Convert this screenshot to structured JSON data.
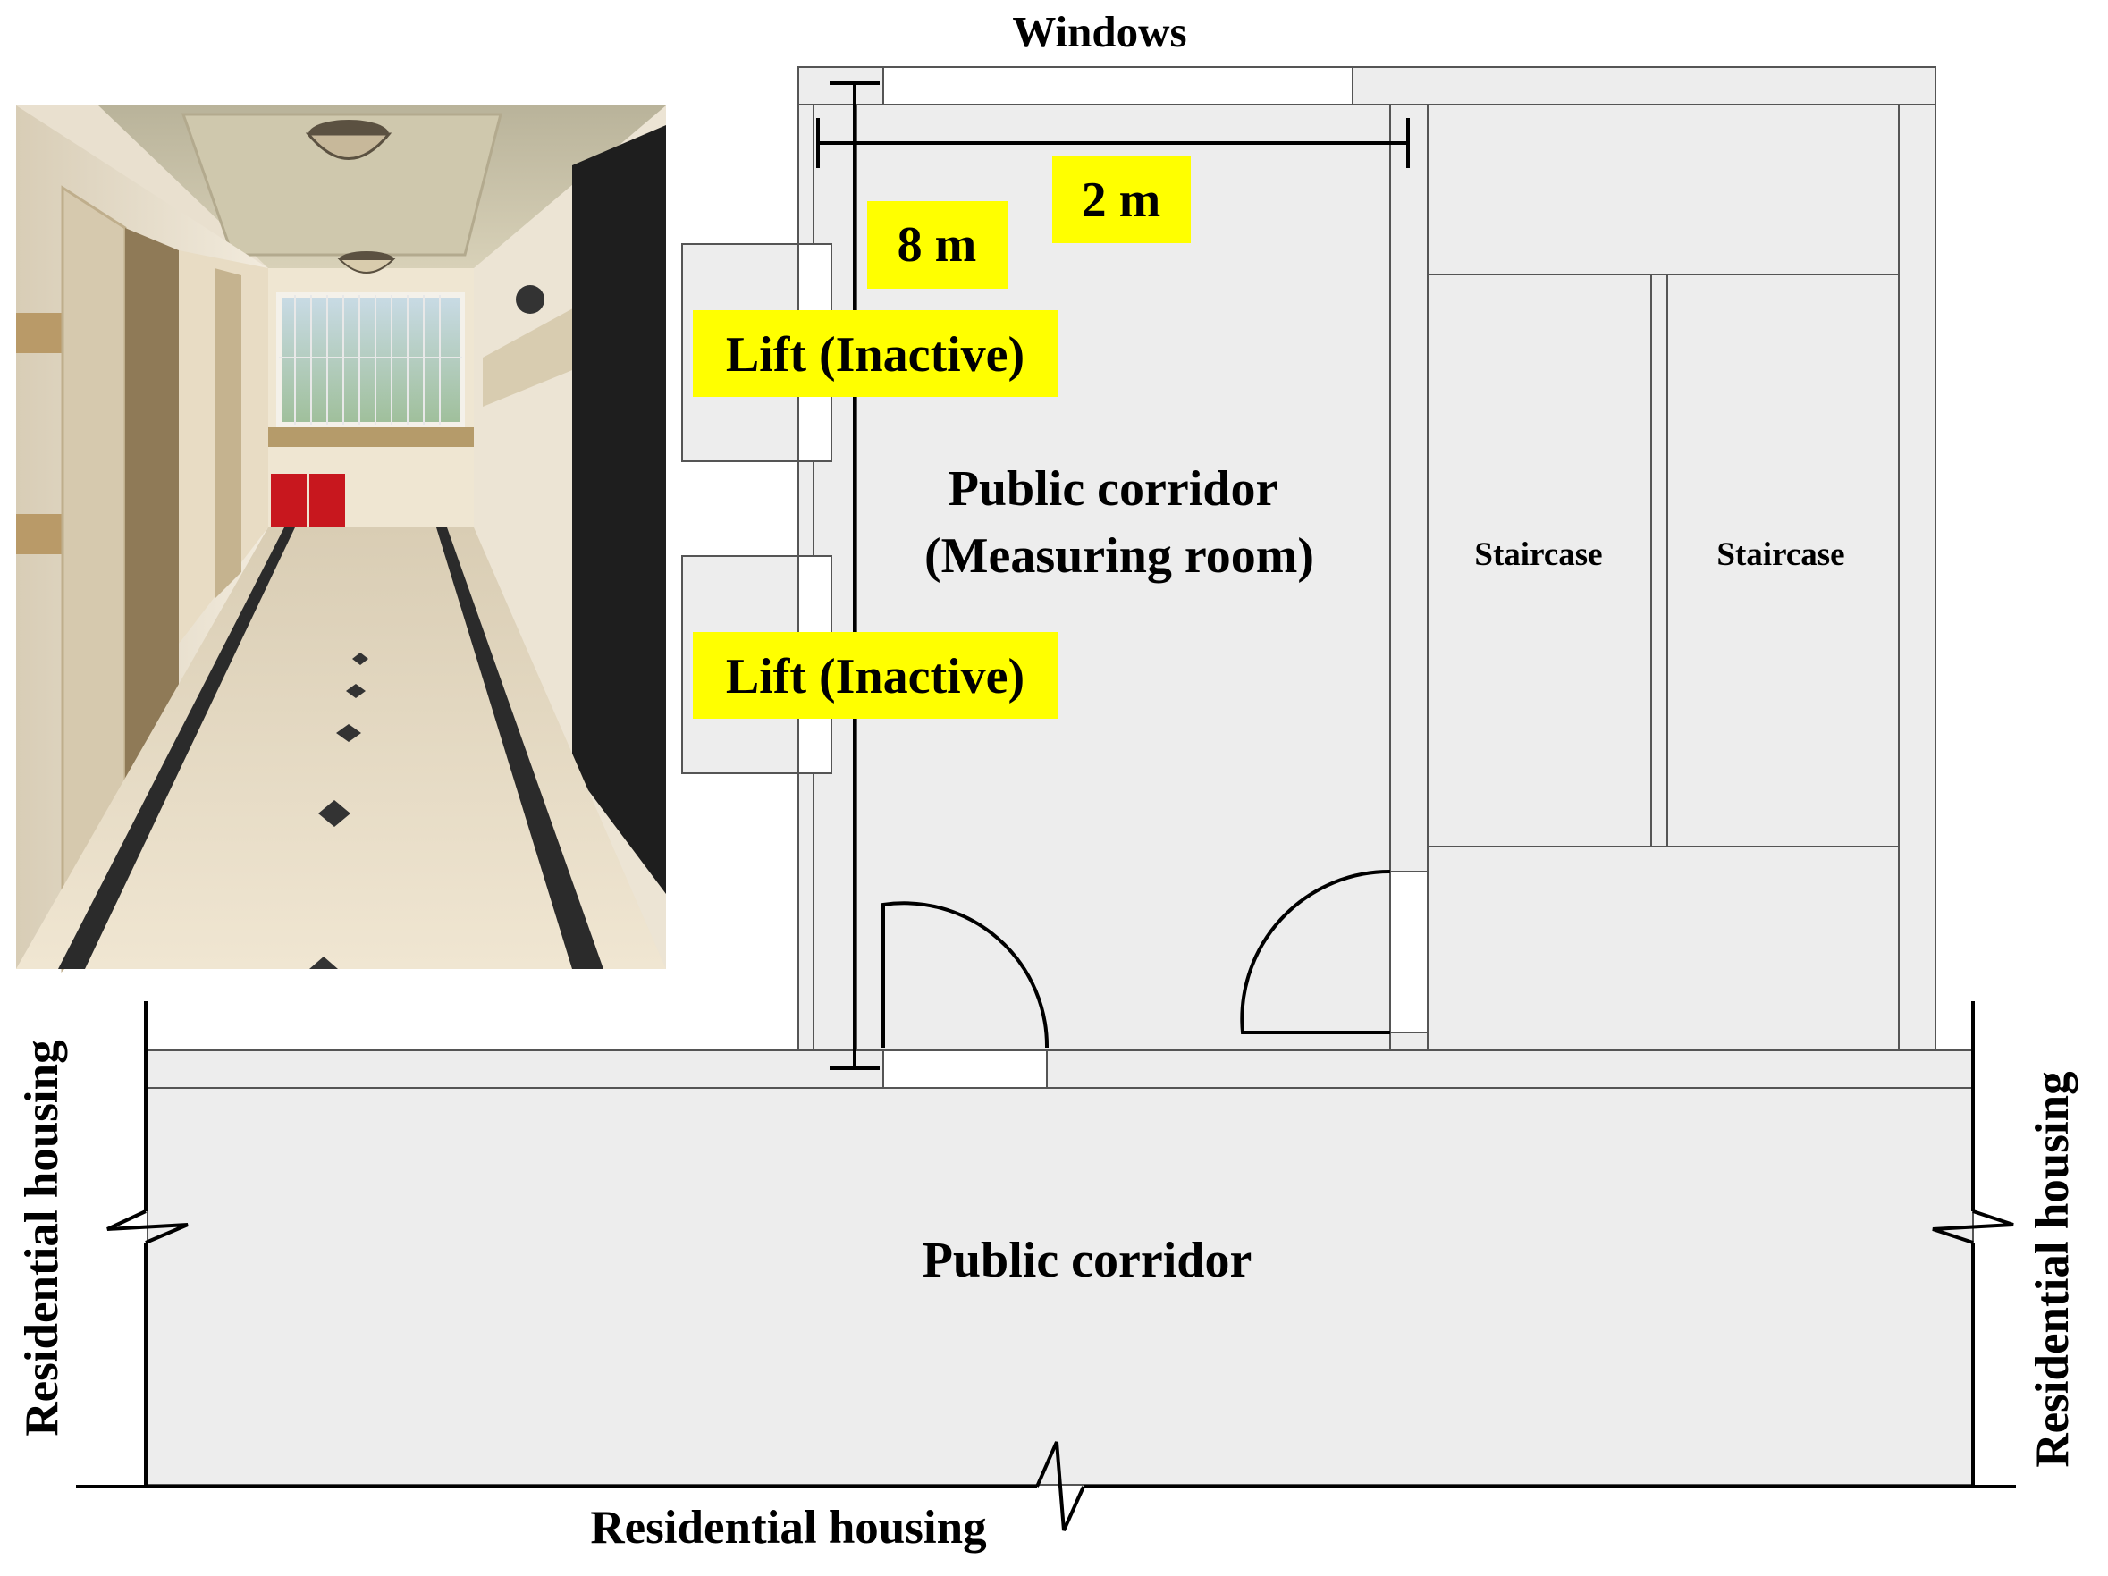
{
  "labels": {
    "windows": "Windows",
    "dim_width": "2 m",
    "dim_length": "8 m",
    "lift_upper": "Lift (Inactive)",
    "lift_lower": "Lift (Inactive)",
    "measuring_room_line1": "Public corridor",
    "measuring_room_line2": "(Measuring room)",
    "staircase_left": "Staircase",
    "staircase_right": "Staircase",
    "public_corridor": "Public corridor",
    "residential_left": "Residential housing",
    "residential_right": "Residential housing",
    "residential_bottom": "Residential housing"
  },
  "colors": {
    "floor_fill": "#ededed",
    "wall_stroke": "#555555",
    "highlight": "#ffff00",
    "line": "#000000"
  }
}
